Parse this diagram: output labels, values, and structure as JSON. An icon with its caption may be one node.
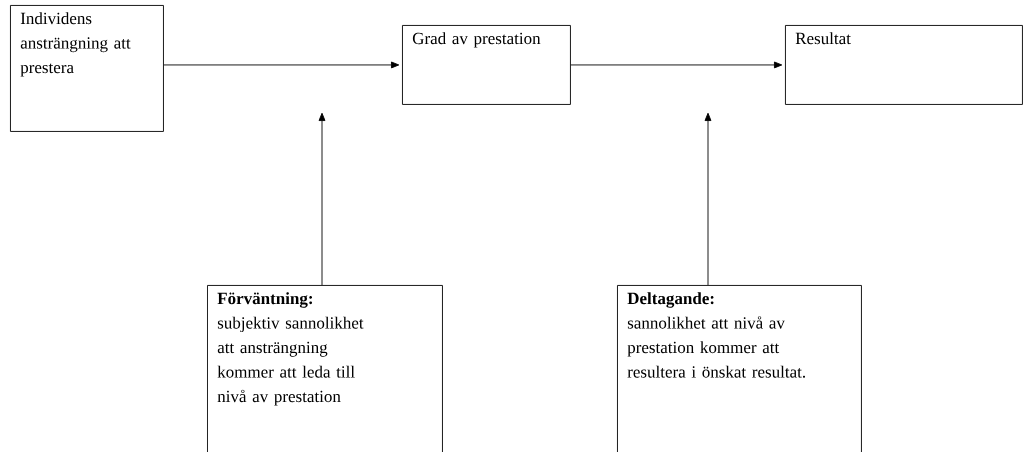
{
  "diagram": {
    "nodes": [
      {
        "text": [
          "Individens ansträngning att prestera"
        ]
      },
      {
        "text": [
          "Grad av prestation"
        ]
      },
      {
        "text": [
          "Resultat"
        ]
      },
      {
        "text": [
          "Förväntning:",
          "subjektiv sannolikhet att ansträngning kommer att leda till nivå av prestation"
        ]
      },
      {
        "text": [
          "Deltagande:",
          "sannolikhet att nivå av prestation kommer att resultera i önskat resultat."
        ]
      }
    ],
    "edges": [
      {
        "from": 0,
        "to": 1,
        "arrow": "to"
      },
      {
        "from": 1,
        "to": 2,
        "arrow": "to"
      },
      {
        "from": 3,
        "to": null,
        "arrow": "to"
      },
      {
        "from": 4,
        "to": null,
        "arrow": "to"
      }
    ]
  }
}
